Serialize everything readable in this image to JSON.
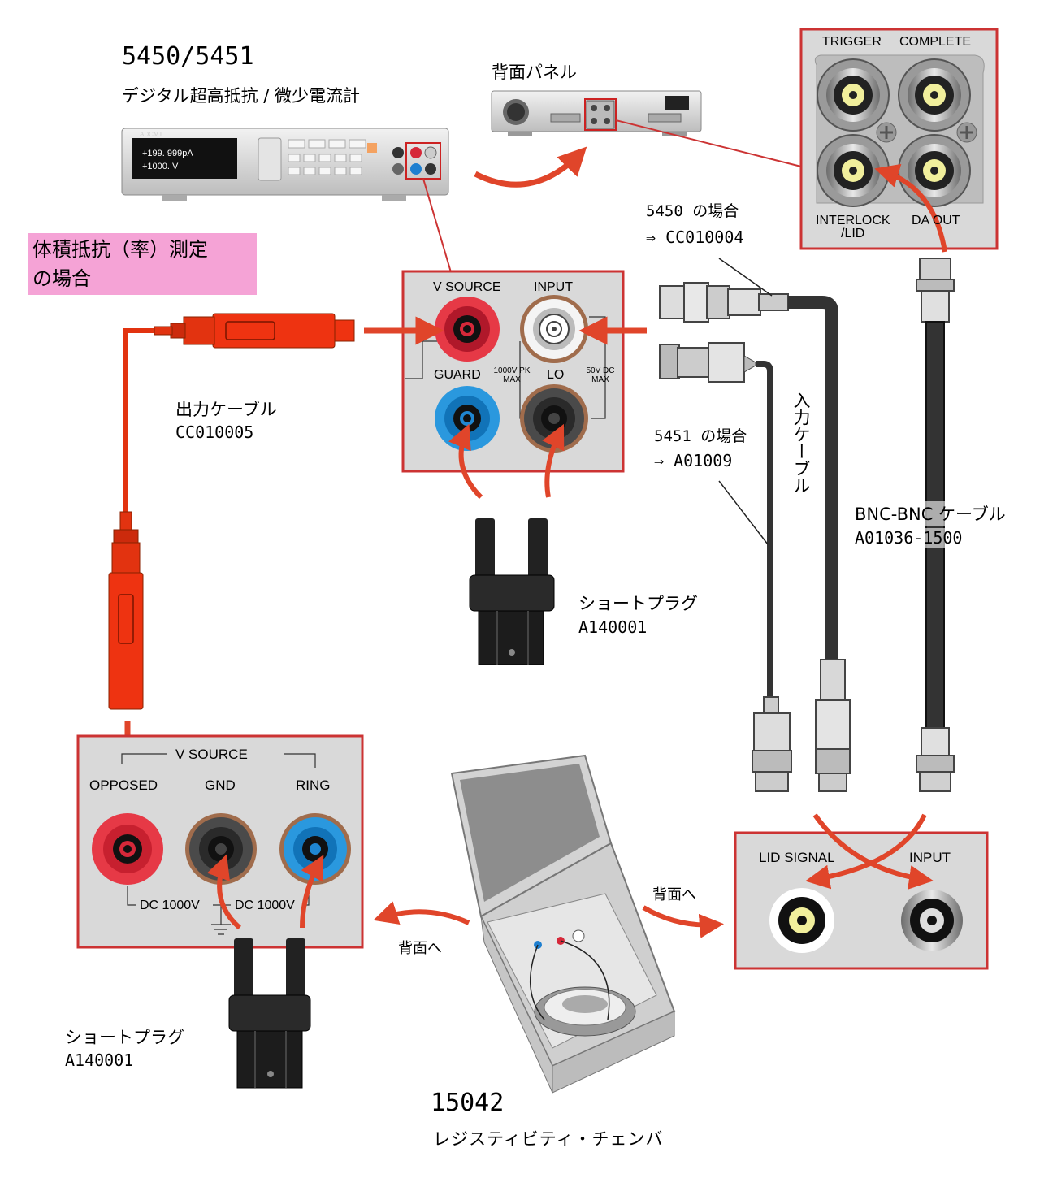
{
  "meter": {
    "model": "5450/5451",
    "name": "デジタル超高抵抗 / 微少電流計",
    "brand": "ADCMT",
    "display_line1": "+199. 999pA",
    "display_line2": "+1000.  V"
  },
  "rear_panel": {
    "title": "背面パネル"
  },
  "volume_label": {
    "line1": "体積抵抗（率）測定",
    "line2": "の場合"
  },
  "rear_terminals": {
    "trigger": "TRIGGER",
    "complete": "COMPLETE",
    "interlock": "INTERLOCK",
    "interlock_lid": "/LID",
    "da_out": "DA OUT"
  },
  "front_terminals": {
    "v_source": "V SOURCE",
    "input": "INPUT",
    "guard": "GUARD",
    "lo": "LO",
    "max_1000v_a": "1000V PK",
    "max_1000v_b": "MAX",
    "max_50v_a": "50V DC",
    "max_50v_b": "MAX"
  },
  "output_cable": {
    "name": "出力ケーブル",
    "part": "CC010005"
  },
  "input_cable_5450": {
    "line1": "5450 の場合",
    "line2": "⇒  CC010004"
  },
  "input_cable_5451": {
    "line1": "5451 の場合",
    "line2": "⇒  A01009"
  },
  "input_cable_label": "入力ケーブル",
  "bnc_cable": {
    "name": "BNC-BNC ケーブル",
    "part": "A01036-1500"
  },
  "short_plug_1": {
    "name": "ショートプラグ",
    "part": "A140001"
  },
  "short_plug_2": {
    "name": "ショートプラグ",
    "part": "A140001"
  },
  "chamber_panel": {
    "v_source": "V  SOURCE",
    "opposed": "OPPOSED",
    "gnd": "GND",
    "ring": "RING",
    "dc_left": "DC  1000V",
    "dc_right": "DC  1000V"
  },
  "lid_panel": {
    "lid_signal": "LID SIGNAL",
    "input": "INPUT"
  },
  "to_rear_left": "背面へ",
  "to_rear_right": "背面へ",
  "chamber": {
    "model": "15042",
    "name": "レジスティビティ・チェンバ"
  },
  "colors": {
    "panel_border": "#cc3333",
    "panel_bg": "#d9d9d9",
    "arrow": "#e0452a",
    "red_terminal": "#e63946",
    "blue_terminal": "#1e8fd6",
    "cable_red": "#ee3311"
  }
}
